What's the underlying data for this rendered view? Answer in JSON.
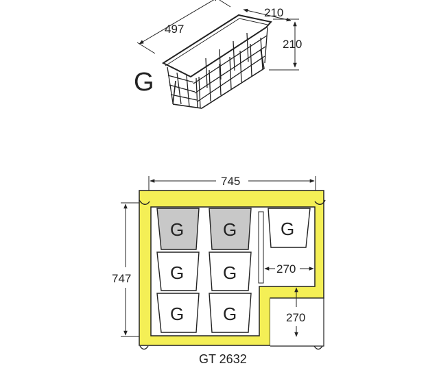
{
  "basket": {
    "letter": "G",
    "length_label": "497",
    "width_label": "210",
    "height_label": "210"
  },
  "freezer": {
    "model": "GT 2632",
    "width_label": "745",
    "height_label": "747",
    "inner_width_label": "270",
    "step_height_label": "270",
    "bin_letter": "G",
    "colors": {
      "cabinet_fill": "#f4ef56",
      "shaded_basket": "#c8c8c8",
      "outline": "#222222"
    }
  }
}
